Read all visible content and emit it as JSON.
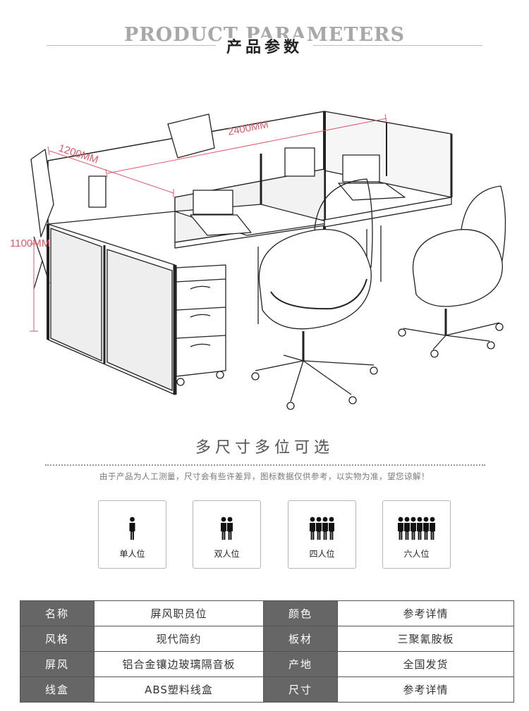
{
  "header": {
    "title_en": "PRODUCT PARAMETERS",
    "title_cn": "产品参数"
  },
  "illustration": {
    "dim_width": "2400MM",
    "dim_depth": "1200MM",
    "dim_height": "1100MM",
    "dim_color": "#e05a6a"
  },
  "sizes": {
    "title": "多尺寸多位可选",
    "note": "由于产品为人工测量，尺寸会有些许差异，图标数据仅供参考，以实物为准，望您谅解！",
    "options": [
      {
        "label": "单人位",
        "count": 1
      },
      {
        "label": "双人位",
        "count": 2
      },
      {
        "label": "四人位",
        "count": 4
      },
      {
        "label": "六人位",
        "count": 6
      }
    ]
  },
  "params": {
    "rows": [
      {
        "k1": "名称",
        "v1": "屏风职员位",
        "k2": "颜色",
        "v2": "参考详情"
      },
      {
        "k1": "风格",
        "v1": "现代简约",
        "k2": "板材",
        "v2": "三聚氰胺板"
      },
      {
        "k1": "屏风",
        "v1": "铝合金镶边玻璃隔音板",
        "k2": "产地",
        "v2": "全国发货"
      },
      {
        "k1": "线盒",
        "v1": "ABS塑料线盒",
        "k2": "尺寸",
        "v2": "参考详情"
      }
    ],
    "key_color": "#666666"
  }
}
